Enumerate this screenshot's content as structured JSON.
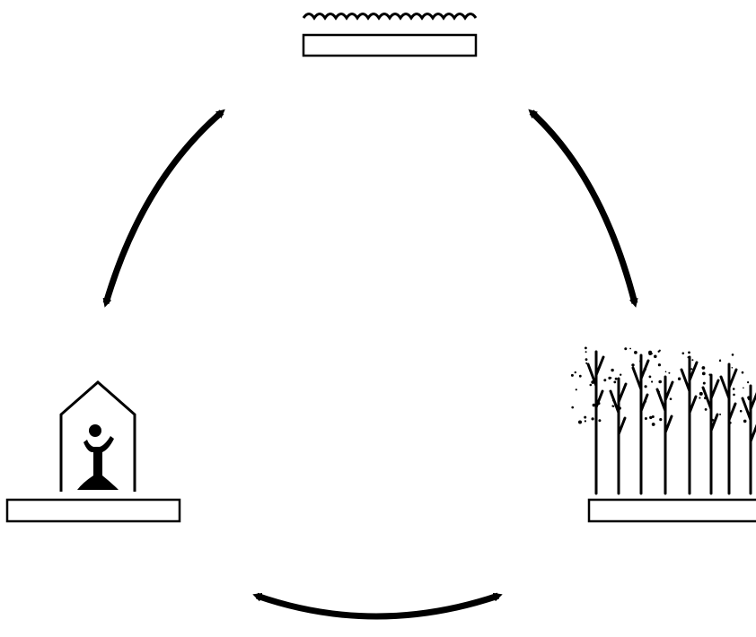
{
  "diagram": {
    "type": "cycle",
    "colors": {
      "ink": "#000000",
      "background": "#ffffff"
    },
    "nodes": [
      {
        "id": "water",
        "icon": "water-waves-icon"
      },
      {
        "id": "forest",
        "icon": "trees-icon"
      },
      {
        "id": "shelter",
        "icon": "house-with-person-icon"
      }
    ],
    "connections": [
      {
        "from": "water",
        "to": "forest",
        "direction": "both"
      },
      {
        "from": "forest",
        "to": "shelter",
        "direction": "both"
      },
      {
        "from": "shelter",
        "to": "water",
        "direction": "both"
      }
    ]
  }
}
